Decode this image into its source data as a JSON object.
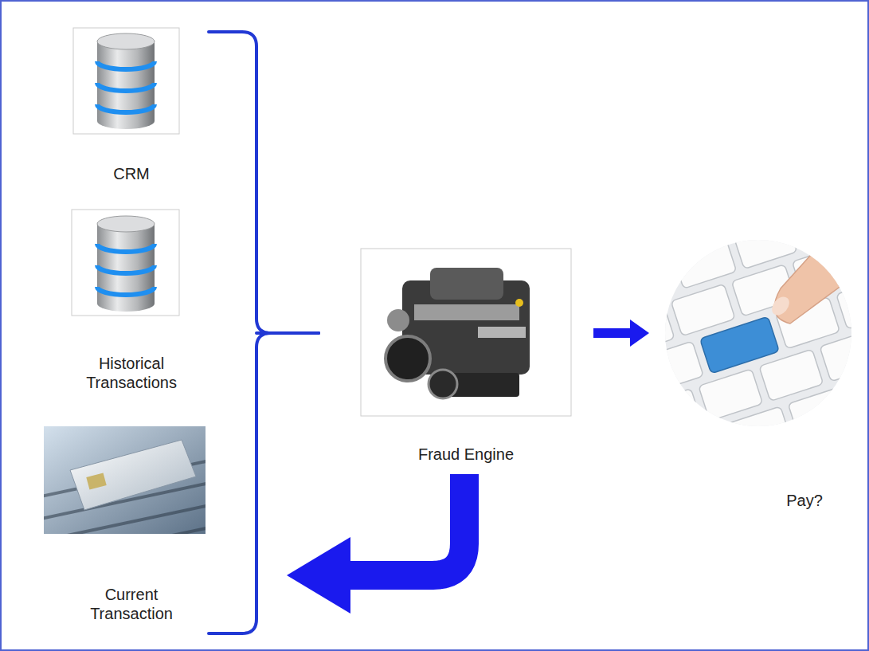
{
  "diagram": {
    "nodes": [
      {
        "text": [
          "CRM"
        ]
      },
      {
        "text": [
          "Historical Transactions"
        ]
      },
      {
        "text": [
          "Current Transaction"
        ]
      },
      {
        "text": [
          "Fraud Engine"
        ]
      },
      {
        "text": [
          "Pay?"
        ]
      }
    ],
    "edges": [
      {
        "from": 0,
        "to": 3,
        "arrow": "none"
      },
      {
        "from": 1,
        "to": 3,
        "arrow": "none"
      },
      {
        "from": 2,
        "to": 3,
        "arrow": "none"
      },
      {
        "from": 3,
        "to": 4,
        "arrow": "to"
      },
      {
        "from": 3,
        "to": 2,
        "arrow": "to"
      }
    ]
  }
}
